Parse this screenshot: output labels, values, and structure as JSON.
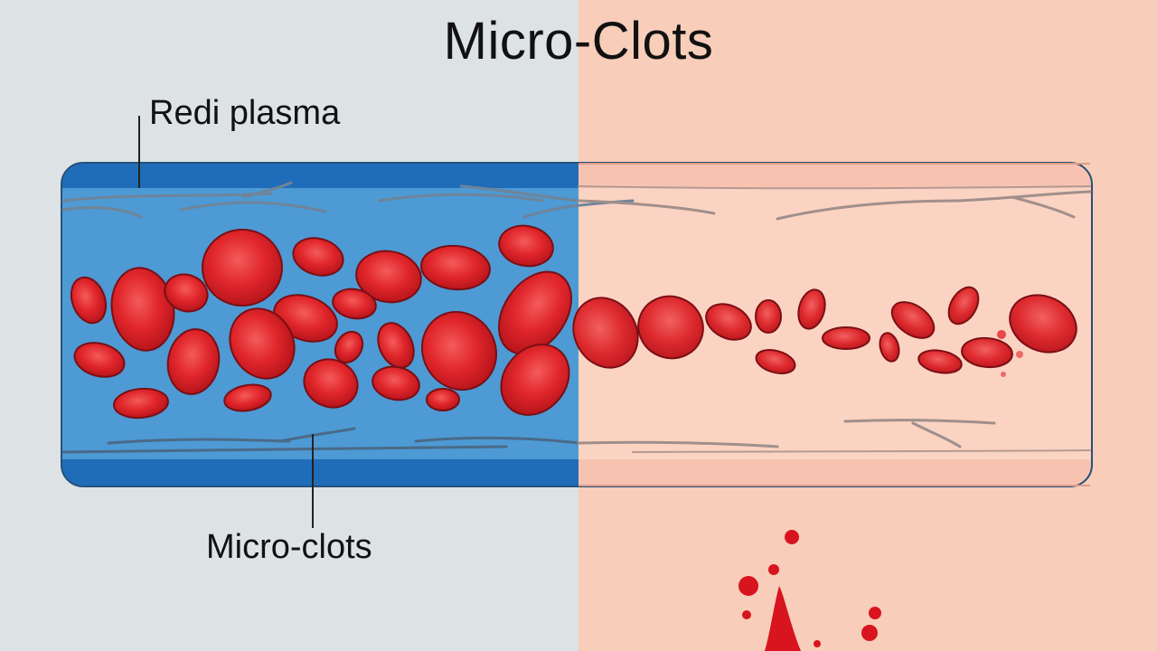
{
  "title": "Micro-Clots",
  "labels": {
    "top": "Redi plasma",
    "bottom": "Micro-clots"
  },
  "colors": {
    "background_left": "#dde3e5",
    "background_right": "#f8cdb9",
    "vessel_left": "#4d9ad4",
    "vessel_left_edge": "#1f6db8",
    "vessel_right": "#fbd2c0",
    "vessel_right_edge": "#f0b8a5",
    "cell_fill": "#e0262b",
    "cell_dark": "#9b1218",
    "cell_light": "#f5706e",
    "fibrin": "#7d8fa0"
  }
}
